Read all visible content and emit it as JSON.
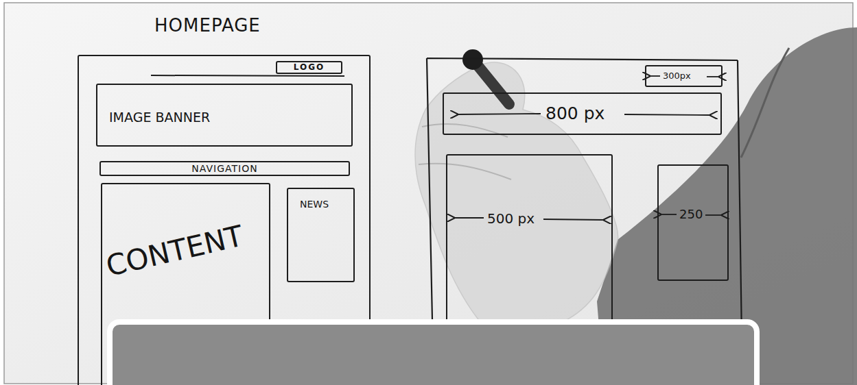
{
  "diagram": {
    "nodes": [
      {
        "text": [
          "HOMEPAGE"
        ]
      },
      {
        "text": [
          "LOGO"
        ],
        "in": 0
      },
      {
        "text": [
          "IMAGE BANNER"
        ],
        "in": 0
      },
      {
        "text": [
          "NAVIGATION"
        ],
        "in": 0
      },
      {
        "text": [
          "CONTENT"
        ],
        "in": 0
      },
      {
        "text": [
          "NEWS"
        ],
        "in": 0
      },
      {
        "text": [
          "300px"
        ]
      },
      {
        "text": [
          "800 px"
        ]
      },
      {
        "text": [
          "500 px"
        ]
      },
      {
        "text": [
          "250"
        ]
      }
    ]
  }
}
